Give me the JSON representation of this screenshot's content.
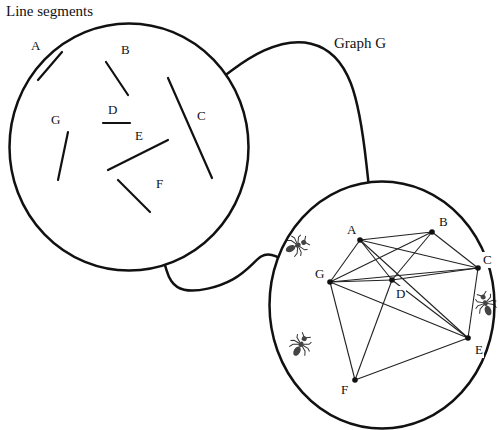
{
  "diagram": {
    "nodes": [
      {
        "text": [
          "Line segments"
        ]
      },
      {
        "text": [
          "Graph G"
        ]
      }
    ],
    "edges": [
      {
        "from": 0,
        "to": 1,
        "arrow": "none"
      },
      {
        "from": 0,
        "to": 1,
        "arrow": "none"
      }
    ],
    "labels": [
      "A",
      "B",
      "C",
      "D",
      "E",
      "F",
      "G",
      "A",
      "B",
      "C",
      "D",
      "G",
      "E",
      "F"
    ]
  }
}
